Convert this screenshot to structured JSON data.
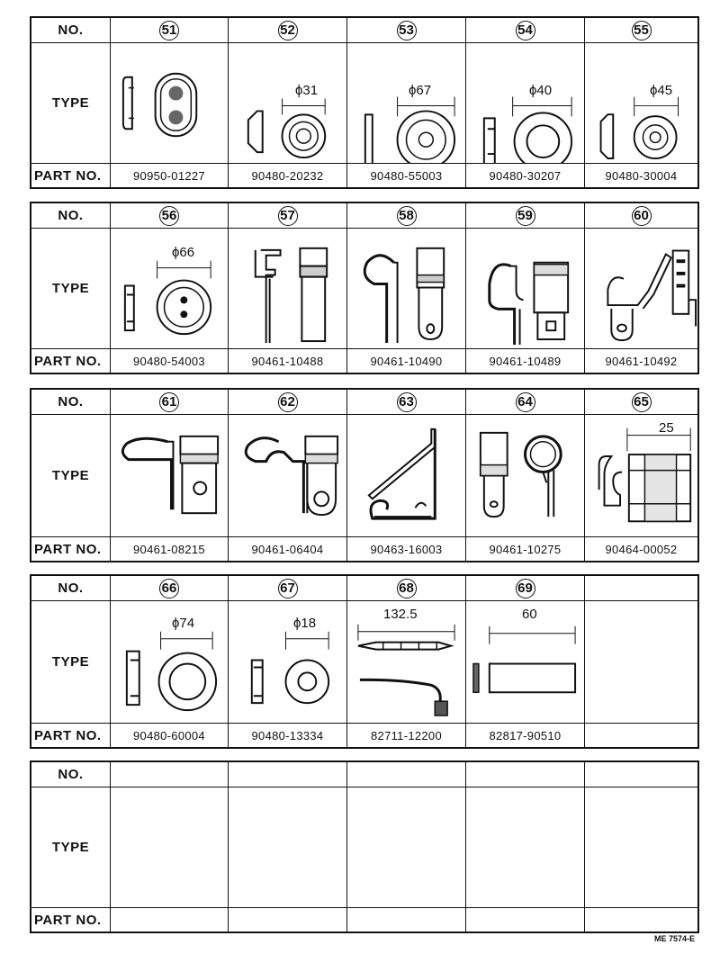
{
  "labels": {
    "no": "NO.",
    "type": "TYPE",
    "part_no": "PART NO.",
    "part_no_alt": "PART NO."
  },
  "tables": [
    {
      "items": [
        {
          "no": "51",
          "part": "90950-01227",
          "icon": "double-hole-grommet-icon",
          "dim": ""
        },
        {
          "no": "52",
          "part": "90480-20232",
          "icon": "grommet-icon",
          "dim": "ϕ31"
        },
        {
          "no": "53",
          "part": "90480-55003",
          "icon": "grommet-icon",
          "dim": "ϕ67"
        },
        {
          "no": "54",
          "part": "90480-30207",
          "icon": "grommet-icon",
          "dim": "ϕ40"
        },
        {
          "no": "55",
          "part": "90480-30004",
          "icon": "grommet-icon",
          "dim": "ϕ45"
        }
      ]
    },
    {
      "items": [
        {
          "no": "56",
          "part": "90480-54003",
          "icon": "two-hole-grommet-icon",
          "dim": "ϕ66"
        },
        {
          "no": "57",
          "part": "90461-10488",
          "icon": "wire-clamp-icon",
          "dim": ""
        },
        {
          "no": "58",
          "part": "90461-10490",
          "icon": "loop-clamp-icon",
          "dim": ""
        },
        {
          "no": "59",
          "part": "90461-10489",
          "icon": "hook-clamp-icon",
          "dim": ""
        },
        {
          "no": "60",
          "part": "90461-10492",
          "icon": "bracket-clamp-icon",
          "dim": ""
        }
      ]
    },
    {
      "items": [
        {
          "no": "61",
          "part": "90461-08215",
          "icon": "hook-clamp-icon",
          "dim": ""
        },
        {
          "no": "62",
          "part": "90461-06404",
          "icon": "wave-clamp-icon",
          "dim": ""
        },
        {
          "no": "63",
          "part": "90463-16003",
          "icon": "wire-spring-clip-icon",
          "dim": ""
        },
        {
          "no": "64",
          "part": "90461-10275",
          "icon": "ring-clamp-icon",
          "dim": ""
        },
        {
          "no": "65",
          "part": "90464-00052",
          "icon": "edge-clip-icon",
          "dim": "25"
        }
      ]
    },
    {
      "items": [
        {
          "no": "66",
          "part": "90480-60004",
          "icon": "grommet-icon",
          "dim": "ϕ74"
        },
        {
          "no": "67",
          "part": "90480-13334",
          "icon": "grommet-icon",
          "dim": "ϕ18"
        },
        {
          "no": "68",
          "part": "82711-12200",
          "icon": "cable-tie-icon",
          "dim": "132.5"
        },
        {
          "no": "69",
          "part": "82817-90510",
          "icon": "tape-block-icon",
          "dim": "60"
        },
        {
          "no": "",
          "part": "",
          "icon": "",
          "dim": ""
        }
      ]
    },
    {
      "items": [
        {
          "no": "",
          "part": "",
          "icon": "",
          "dim": ""
        },
        {
          "no": "",
          "part": "",
          "icon": "",
          "dim": ""
        },
        {
          "no": "",
          "part": "",
          "icon": "",
          "dim": ""
        },
        {
          "no": "",
          "part": "",
          "icon": "",
          "dim": ""
        },
        {
          "no": "",
          "part": "",
          "icon": "",
          "dim": ""
        }
      ]
    }
  ],
  "footer": "ME 7574-E"
}
